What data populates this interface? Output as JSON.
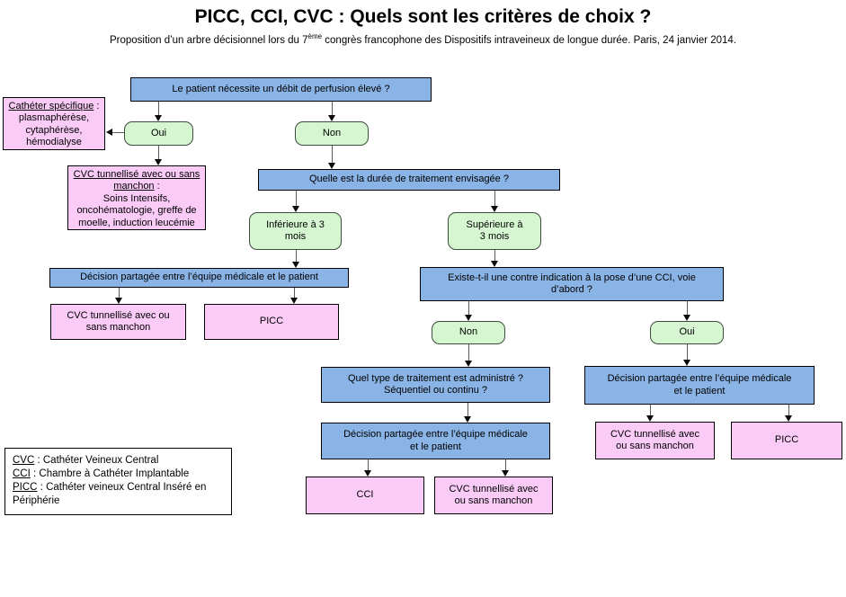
{
  "header": {
    "title": "PICC, CCI, CVC : Quels sont les critères de choix ?",
    "subtitle_prefix": "Proposition d’un arbre décisionnel lors du 7",
    "subtitle_sup": "ème",
    "subtitle_suffix": " congrès francophone des Dispositifs intraveineux de longue durée. Paris, 24 janvier 2014."
  },
  "colors": {
    "question_fill": "#8ab4e6",
    "answer_fill": "#d5f6d1",
    "result_fill": "#f9cbf6",
    "border": "#000000"
  },
  "nodes": {
    "q_debit": {
      "text": "Le patient nécessite un débit de perfusion élevé ?"
    },
    "ans_oui_debit": {
      "text": "Oui"
    },
    "ans_non_debit": {
      "text": "Non"
    },
    "note_catheter_specifique": {
      "title": "Cathéter spécifique",
      "colon": " :",
      "body": "plasmaphérèse,\ncytaphérèse,\nhémodialyse"
    },
    "note_cvc_indications": {
      "title": "CVC tunnellisé avec ou sans manchon",
      "colon": " :",
      "body": "Soins Intensifs,\noncohématologie, greffe de\nmoelle, induction leucémie"
    },
    "q_duree": {
      "text": "Quelle est la durée de traitement envisagée ?"
    },
    "ans_inferieure": {
      "text": "Inférieure à 3\nmois"
    },
    "ans_superieure": {
      "text": "Supérieure à\n3 mois"
    },
    "q_decision_left": {
      "text": "Décision partagée entre l’équipe médicale et le patient"
    },
    "res_cvc_left": {
      "text": "CVC tunnellisé avec ou\nsans manchon"
    },
    "res_picc_left": {
      "text": "PICC"
    },
    "q_contre_indication": {
      "text": "Existe-t-il une contre indication à la pose d’une CCI, voie\nd’abord ?"
    },
    "ans_non_ci": {
      "text": "Non"
    },
    "ans_oui_ci": {
      "text": "Oui"
    },
    "q_type_traitement": {
      "text": "Quel type de traitement est administré ?\nSéquentiel ou continu ?"
    },
    "q_decision_mid": {
      "text": "Décision partagée entre l’équipe médicale\net le patient"
    },
    "res_cci": {
      "text": "CCI"
    },
    "res_cvc_mid": {
      "text": "CVC tunnellisé avec\nou sans manchon"
    },
    "q_decision_right": {
      "text": "Décision partagée entre l’équipe médicale\net le patient"
    },
    "res_cvc_right": {
      "text": "CVC tunnellisé avec\nou sans manchon"
    },
    "res_picc_right": {
      "text": "PICC"
    }
  },
  "legend": {
    "items": [
      {
        "term": "CVC",
        "sep": " : ",
        "def": "Cathéter Veineux Central"
      },
      {
        "term": "CCI",
        "sep": " : ",
        "def": "Chambre à Cathéter Implantable"
      },
      {
        "term": "PICC",
        "sep": " : ",
        "def": "Cathéter veineux Central Inséré en Périphérie"
      }
    ]
  }
}
